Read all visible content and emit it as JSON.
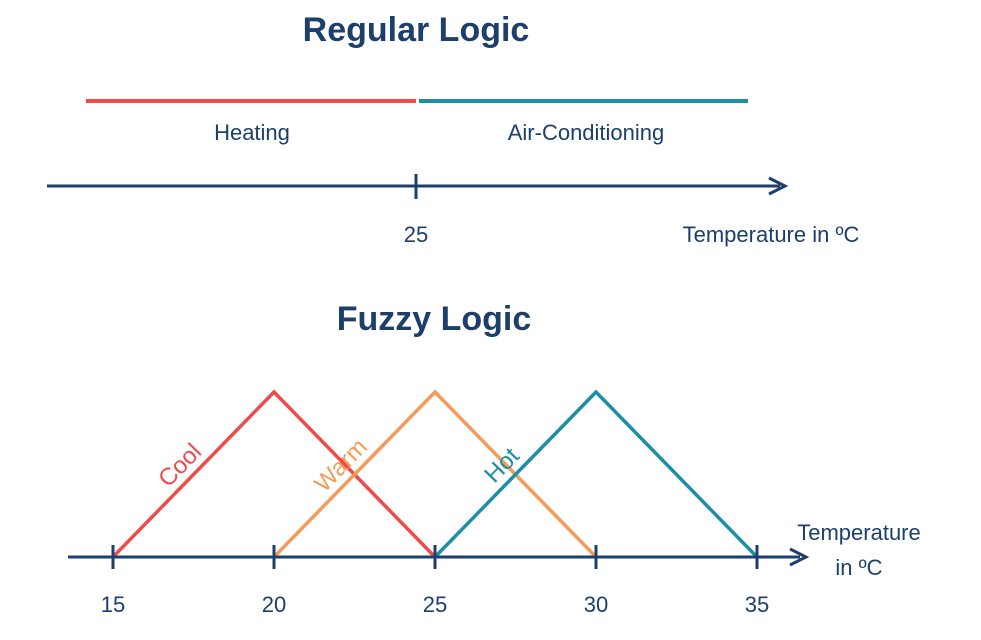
{
  "regular": {
    "title": "Regular Logic",
    "left_label": "Heating",
    "right_label": "Air-Conditioning",
    "threshold": 25,
    "axis_label": "Temperature in ºC",
    "colors": {
      "heating": "#ef4b4b",
      "ac": "#1c8fa6",
      "axis": "#1d3f6b"
    }
  },
  "fuzzy": {
    "title": "Fuzzy Logic",
    "axis_label_line1": "Temperature",
    "axis_label_line2": "in ºC",
    "ticks": [
      15,
      20,
      25,
      30,
      35
    ],
    "sets": [
      {
        "label": "Cool",
        "start": 15,
        "peak": 20,
        "end": 25,
        "color": "#ef4b4b"
      },
      {
        "label": "Warm",
        "start": 20,
        "peak": 25,
        "end": 30,
        "color": "#f59a58"
      },
      {
        "label": "Hot",
        "start": 25,
        "peak": 30,
        "end": 35,
        "color": "#1c8fa6"
      }
    ]
  }
}
